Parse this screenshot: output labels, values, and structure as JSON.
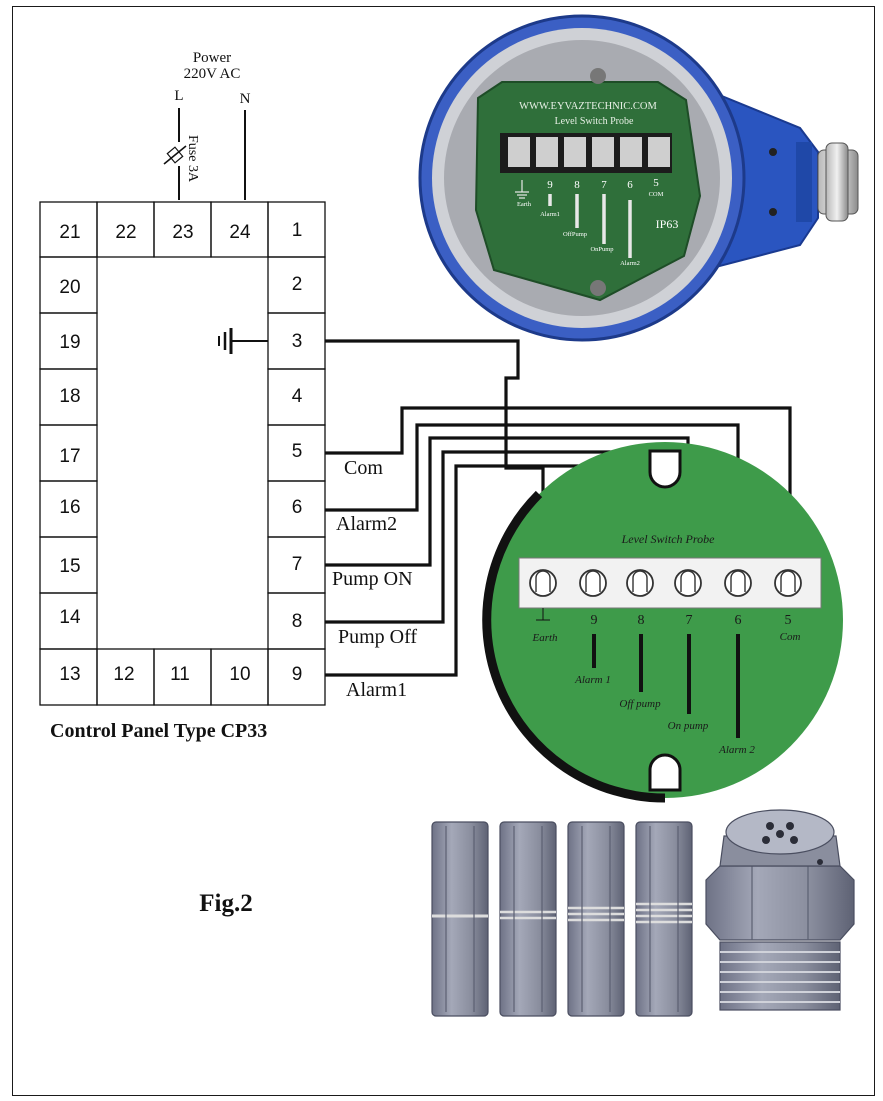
{
  "power": {
    "title": "Power",
    "voltage": "220V AC",
    "line": "L",
    "neutral": "N",
    "fuse": "Fuse 3A"
  },
  "terminals": {
    "top": [
      "21",
      "22",
      "23",
      "24"
    ],
    "right": [
      "1",
      "2",
      "3",
      "4",
      "5",
      "6",
      "7",
      "8",
      "9"
    ],
    "left": [
      "20",
      "19",
      "18",
      "17",
      "16",
      "15",
      "14"
    ],
    "bottom": [
      "13",
      "12",
      "11",
      "10"
    ]
  },
  "wire_labels": [
    "Com",
    "Alarm2",
    "Pump ON",
    "Pump Off",
    "Alarm1"
  ],
  "panel_caption": "Control Panel Type CP33",
  "figure_label": "Fig.2",
  "photo": {
    "website": "WWW.EYVAZTECHNIC.COM",
    "title": "Level Switch Probe",
    "numbers": [
      "9",
      "8",
      "7",
      "6",
      "5"
    ],
    "com": "COM",
    "labels": [
      "Earth",
      "Alarm1",
      "OffPump",
      "OnPump",
      "Alarm2"
    ],
    "rating": "IP63"
  },
  "probe": {
    "title": "Level Switch Probe",
    "earth": "Earth",
    "numbers": [
      "9",
      "8",
      "7",
      "6",
      "5"
    ],
    "com": "Com",
    "leads": [
      "Alarm 1",
      "Off pump",
      "On pump",
      "Alarm 2"
    ]
  },
  "colors": {
    "pcb_green": "#3e9b4a",
    "housing_blue": "#2a55c0",
    "line": "#111111"
  }
}
